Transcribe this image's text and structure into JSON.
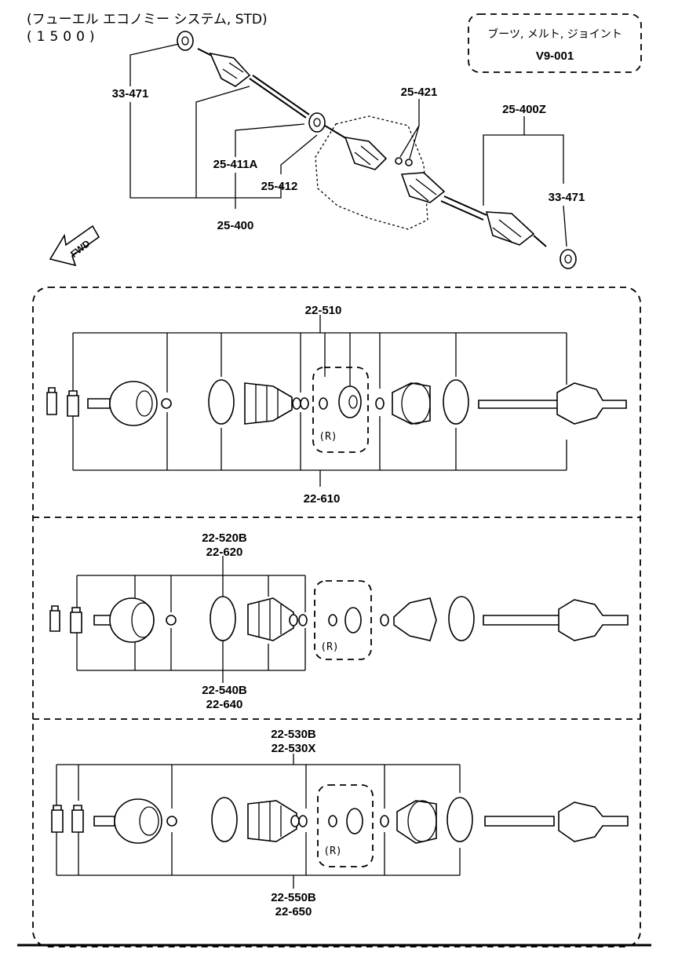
{
  "header": {
    "title_line1": "(フューエル エコノミー システム, STD)",
    "title_line2": "(1500)"
  },
  "reference_box": {
    "caption": "ブーツ, メルト, ジョイント",
    "code": "V9-001"
  },
  "top_assembly": {
    "labels": {
      "l_33471_left": "33-471",
      "l_25421": "25-421",
      "l_25400z": "25-400Z",
      "l_25411a": "25-411A",
      "l_25412": "25-412",
      "l_33471_right": "33-471",
      "l_25400": "25-400"
    },
    "fwd": "FWD"
  },
  "panel1": {
    "top_label": "22-510",
    "bottom_label": "22-610",
    "r_mark": "(R)"
  },
  "panel2": {
    "top_label_1": "22-520B",
    "top_label_2": "22-620",
    "bottom_label_1": "22-540B",
    "bottom_label_2": "22-640",
    "r_mark": "(R)"
  },
  "panel3": {
    "top_label_1": "22-530B",
    "top_label_2": "22-530X",
    "bottom_label_1": "22-550B",
    "bottom_label_2": "22-650",
    "r_mark": "(R)"
  }
}
